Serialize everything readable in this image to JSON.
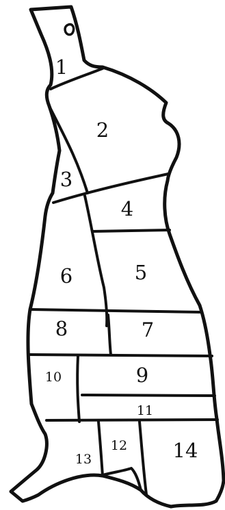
{
  "diagram": {
    "cut_labels": [
      "1",
      "2",
      "3",
      "4",
      "5",
      "6",
      "7",
      "8",
      "9",
      "10",
      "11",
      "12",
      "13",
      "14"
    ]
  }
}
